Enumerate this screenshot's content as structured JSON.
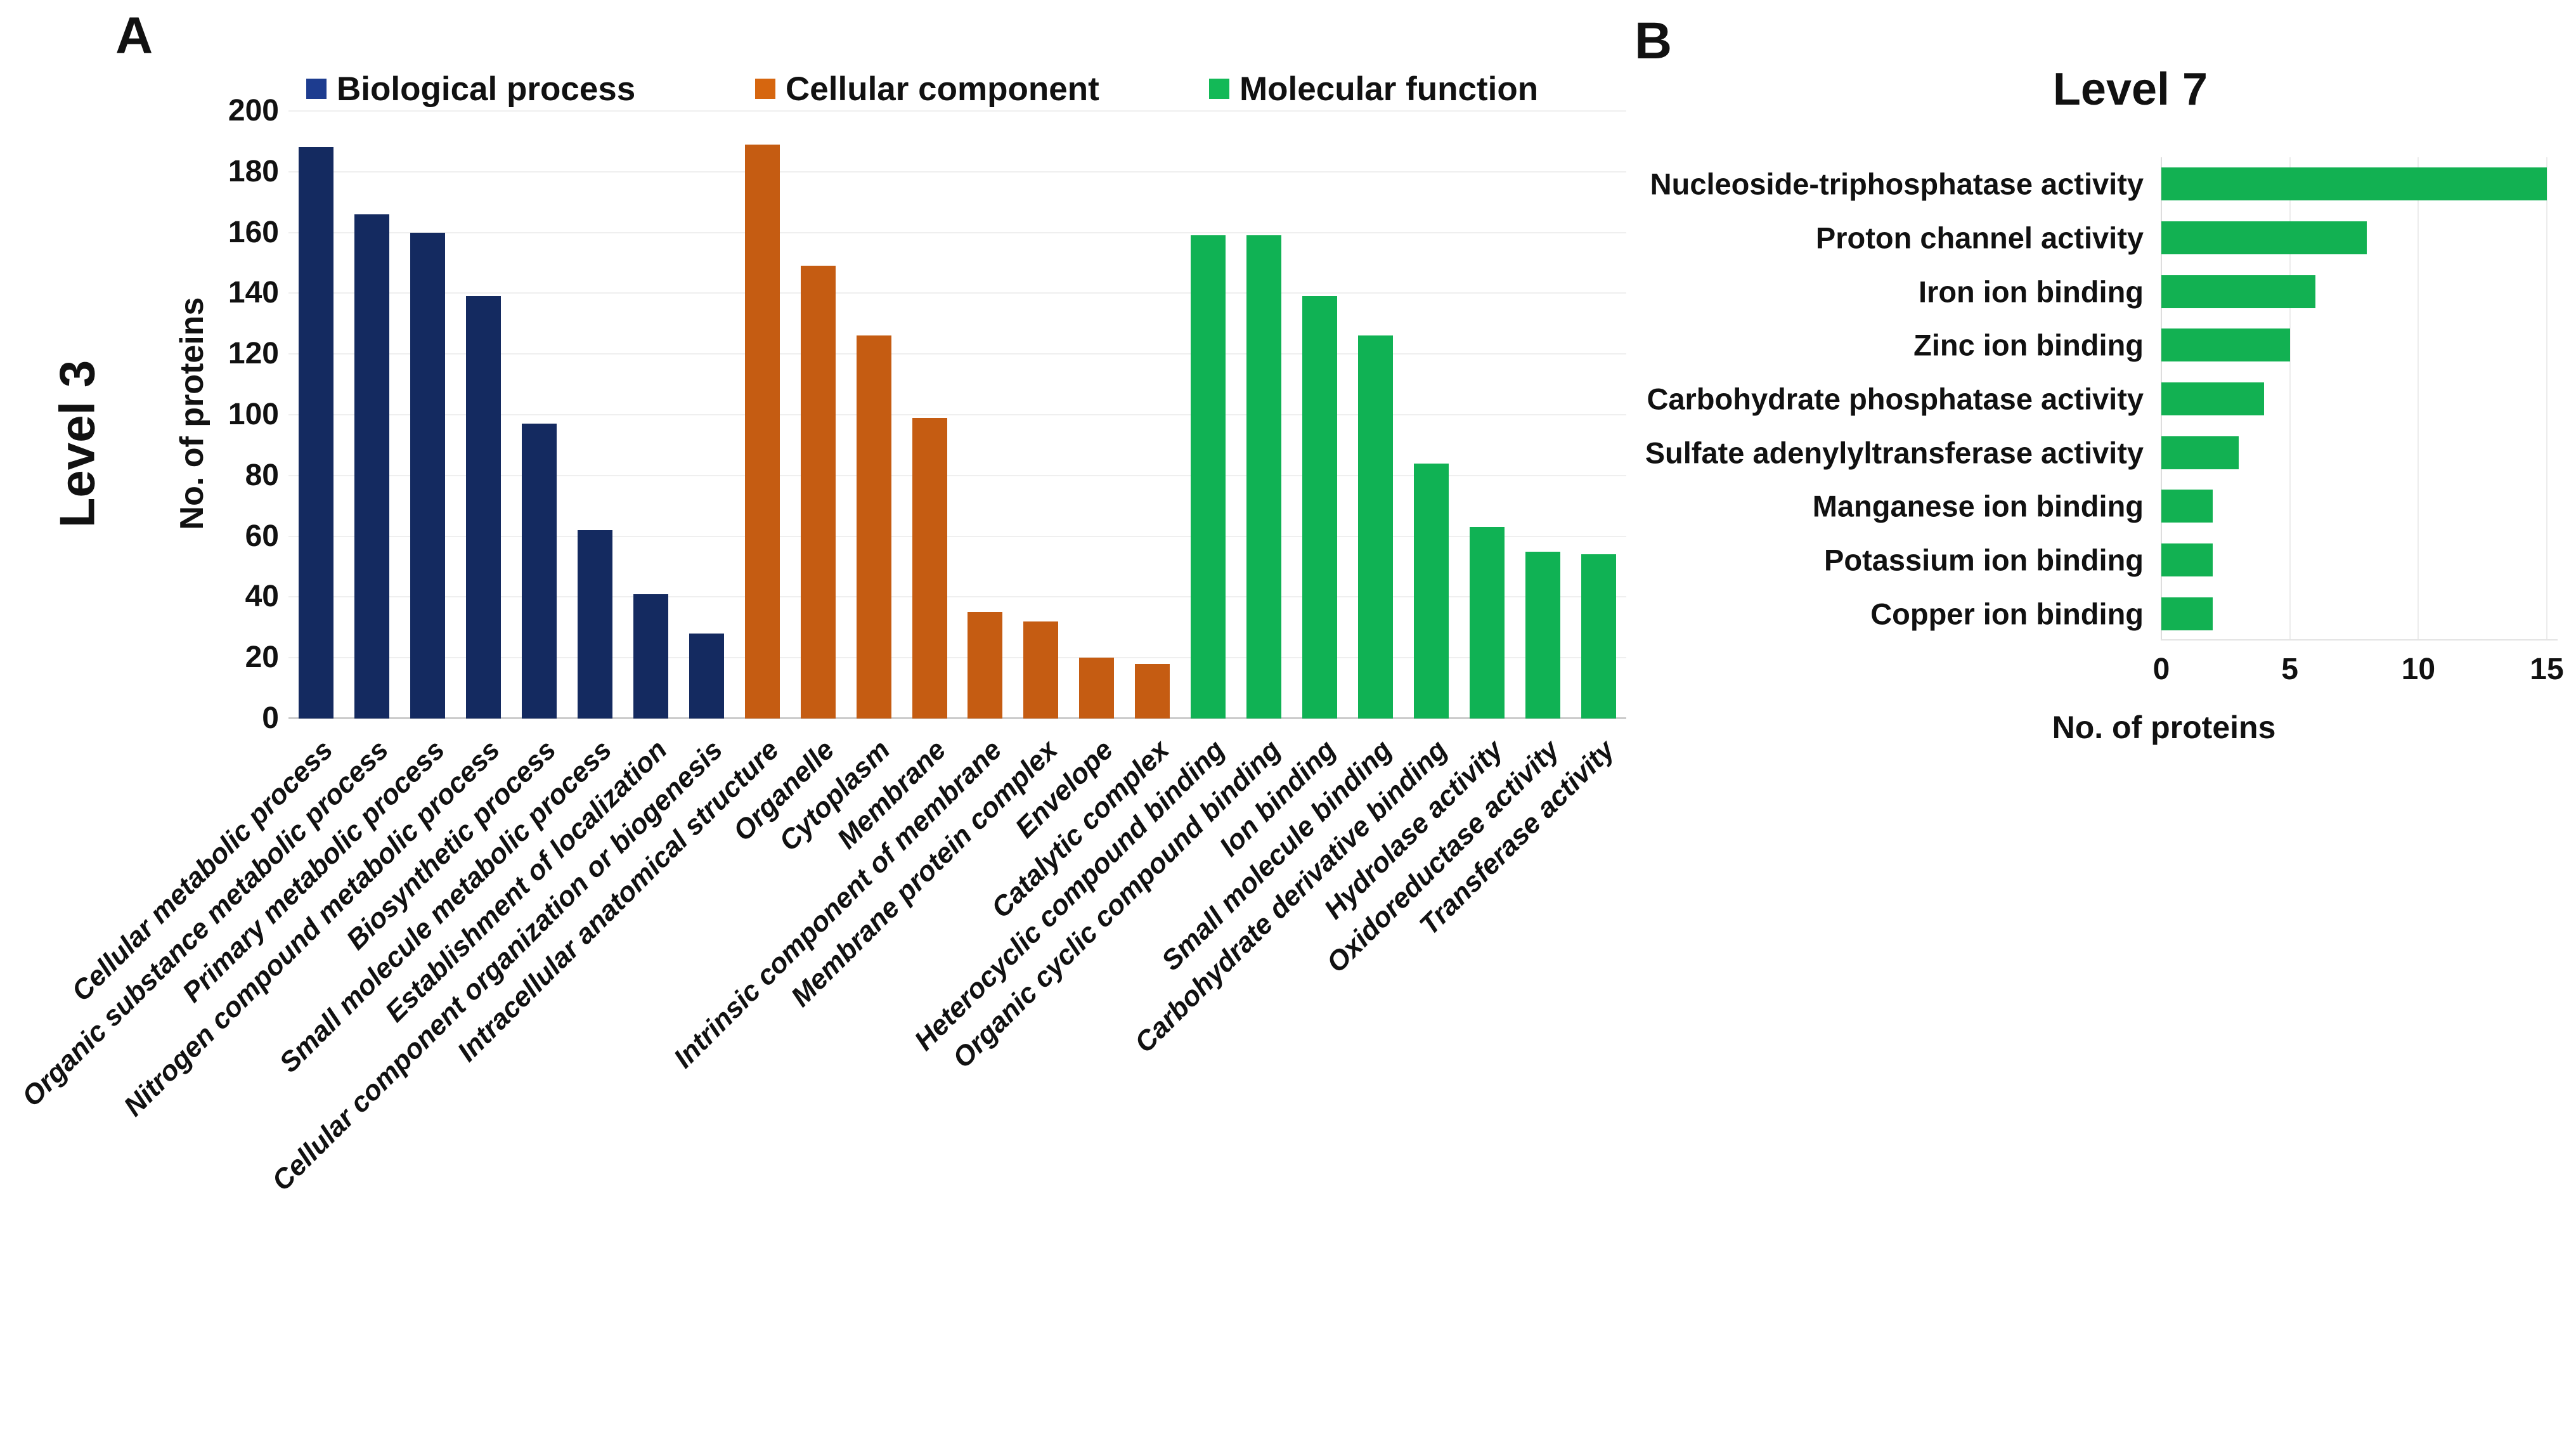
{
  "chart_data": [
    {
      "panel": "A",
      "type": "bar",
      "orientation": "vertical",
      "title": "Level 3",
      "ylabel": "No. of proteins",
      "ylim": [
        0,
        200
      ],
      "yticks": [
        0,
        20,
        40,
        60,
        80,
        100,
        120,
        140,
        160,
        180,
        200
      ],
      "grid": "horizontal-light",
      "legend_position": "top",
      "background": "#ffffff",
      "series": [
        {
          "name": "Biological process",
          "color": "#142a60",
          "legend_color": "#1d3c8f",
          "categories": [
            "Cellular metabolic process",
            "Organic substance metabolic process",
            "Primary metabolic process",
            "Nitrogen compound metabolic process",
            "Biosynthetic process",
            "Small molecule metabolic process",
            "Establishment of localization",
            "Cellular component organization or biogenesis"
          ],
          "values": [
            188,
            166,
            160,
            139,
            97,
            62,
            41,
            28
          ]
        },
        {
          "name": "Cellular component",
          "color": "#c55c12",
          "legend_color": "#d6660f",
          "categories": [
            "Intracellular anatomical structure",
            "Organelle",
            "Cytoplasm",
            "Membrane",
            "Intrinsic component of membrane",
            "Membrane protein complex",
            "Envelope",
            "Catalytic complex"
          ],
          "values": [
            189,
            149,
            126,
            99,
            35,
            32,
            20,
            18
          ]
        },
        {
          "name": "Molecular function",
          "color": "#10b254",
          "legend_color": "#13b957",
          "categories": [
            "Heterocyclic compound binding",
            "Organic cyclic compound binding",
            "Ion binding",
            "Small molecule binding",
            "Carbohydrate derivative binding",
            "Hydrolase activity",
            "Oxidoreductase activity",
            "Transferase activity"
          ],
          "values": [
            159,
            159,
            139,
            126,
            84,
            63,
            55,
            54
          ]
        }
      ]
    },
    {
      "panel": "B",
      "type": "bar",
      "orientation": "horizontal",
      "title": "Level 7",
      "xlabel": "No. of proteins",
      "xlim": [
        0,
        15
      ],
      "xticks": [
        0,
        5,
        10,
        15
      ],
      "grid": "vertical-light",
      "bar_color": "#12b152",
      "background": "#ffffff",
      "categories": [
        "Nucleoside-triphosphatase activity",
        "Proton channel activity",
        "Iron ion binding",
        "Zinc ion binding",
        "Carbohydrate phosphatase activity",
        "Sulfate adenylyltransferase activity",
        "Manganese ion binding",
        "Potassium ion binding",
        "Copper ion binding"
      ],
      "values": [
        15,
        8,
        6,
        5,
        4,
        3,
        2,
        2,
        2
      ]
    }
  ]
}
